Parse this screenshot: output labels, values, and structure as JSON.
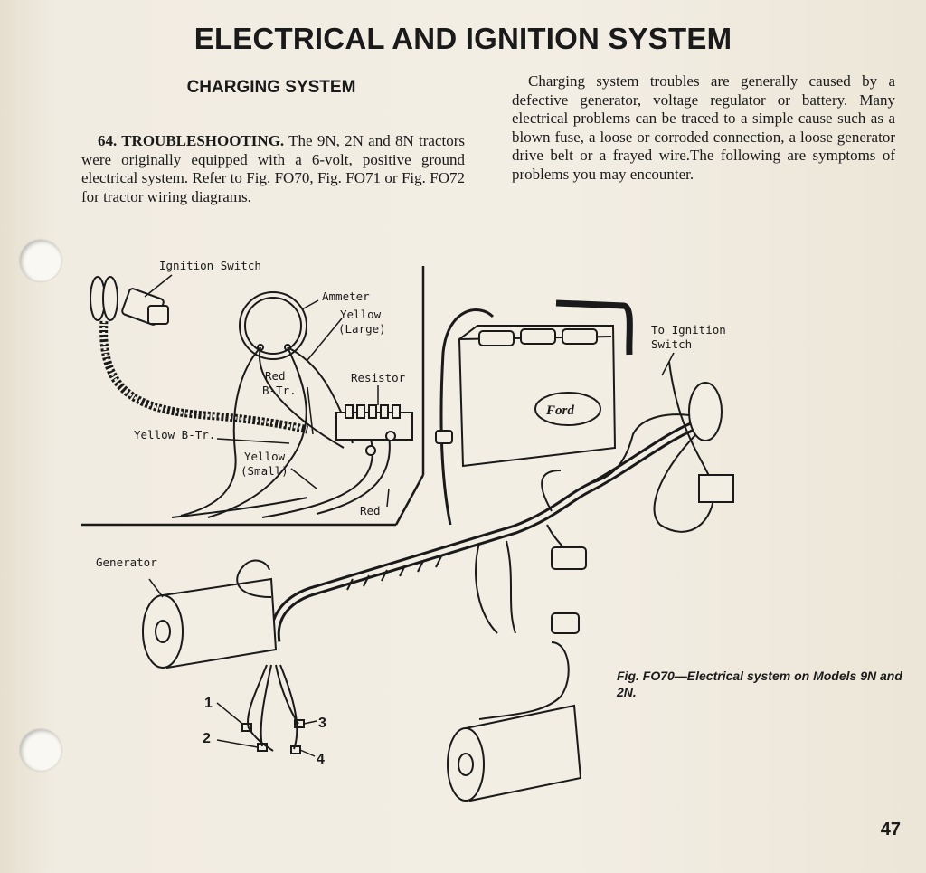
{
  "page": {
    "title": "ELECTRICAL AND IGNITION SYSTEM",
    "section_heading": "CHARGING SYSTEM",
    "page_number": "47"
  },
  "text": {
    "left_heading": "64. TROUBLESHOOTING.",
    "left_body": " The 9N, 2N and 8N tractors were originally equipped with a 6-volt, positive ground electrical system. Refer to Fig. FO70, Fig. FO71 or Fig. FO72 for tractor wiring diagrams.",
    "right_body": "Charging system troubles are generally caused by a defective generator, voltage regulator or battery. Many electrical problems can be traced to a simple cause such as a blown fuse, a loose or corroded connection, a loose generator drive belt or a frayed wire.The following are symptoms of problems you may encounter."
  },
  "figure": {
    "caption": "Fig. FO70—Electrical system on Models 9N and 2N.",
    "labels": {
      "ignition_switch": "Ignition Switch",
      "ammeter": "Ammeter",
      "yellow_large_1": "Yellow",
      "yellow_large_2": "(Large)",
      "red_btr_1": "Red",
      "red_btr_2": "B-Tr.",
      "resistor": "Resistor",
      "yellow_btr": "Yellow B-Tr.",
      "yellow_small_1": "Yellow",
      "yellow_small_2": "(Small)",
      "red": "Red",
      "to_ignition_switch_1": "To Ignition",
      "to_ignition_switch_2": "Switch",
      "generator": "Generator",
      "battery_logo": "Ford",
      "wire_1": "1",
      "wire_2": "2",
      "wire_3": "3",
      "wire_4": "4"
    }
  }
}
